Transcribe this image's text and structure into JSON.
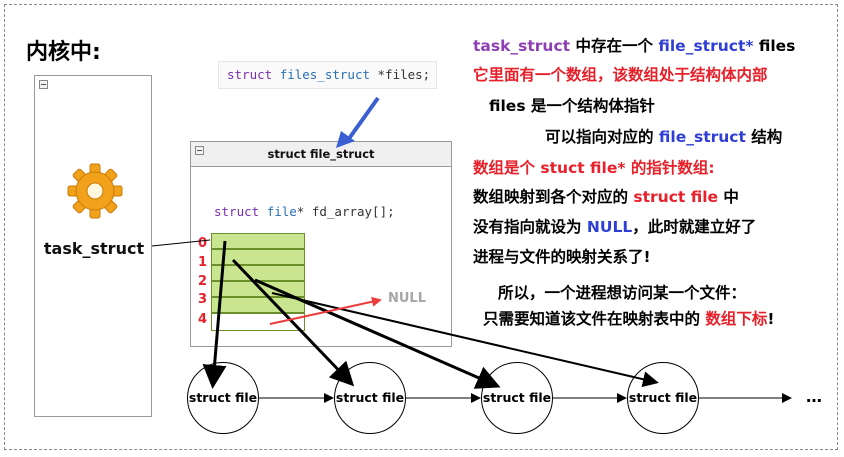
{
  "heading": "内核中:",
  "task_window": {
    "label": "task_struct",
    "icon": "gear-icon"
  },
  "code_files": {
    "kw": "struct",
    "type": "files_struct",
    "rest": " *files;"
  },
  "files_window": {
    "title": "struct file_struct"
  },
  "code_fd": {
    "kw": "struct",
    "type": "file",
    "rest": "* fd_array[];"
  },
  "fd_indices": [
    "0",
    "1",
    "2",
    "3",
    "4"
  ],
  "null_label": "NULL",
  "notes": {
    "line1": {
      "a": "task_struct",
      "b": " 中存在一个 ",
      "c": "file_struct*",
      "d": " files"
    },
    "line2": "它里面有一个数组，该数组处于结构体内部",
    "line3": "files  是一个结构体指针",
    "line4": {
      "a": "可以指向对应的 ",
      "b": "file_struct",
      "c": " 结构"
    },
    "line5": "数组是个 stuct file* 的指针数组:",
    "line6": {
      "a": "数组映射到各个对应的 ",
      "b": "struct file",
      "c": " 中"
    },
    "line7": {
      "a": "没有指向就设为 ",
      "b": "NULL",
      "c": "，此时就建立好了"
    },
    "line8": "进程与文件的映射关系了!",
    "line9": "所以，一个进程想访问某一个文件：",
    "line10": {
      "a": "只需要知道该文件在映射表中的 ",
      "b": "数组下标",
      "c": "!"
    }
  },
  "file_nodes": [
    "struct file",
    "struct file",
    "struct file",
    "struct file"
  ],
  "ellipsis": "…",
  "colors": {
    "purple": "#8e3fb4",
    "blue": "#2f3fd6",
    "red": "#e8202a",
    "cell": "#c9e58f",
    "arrow_blue": "#3a5fd0"
  }
}
